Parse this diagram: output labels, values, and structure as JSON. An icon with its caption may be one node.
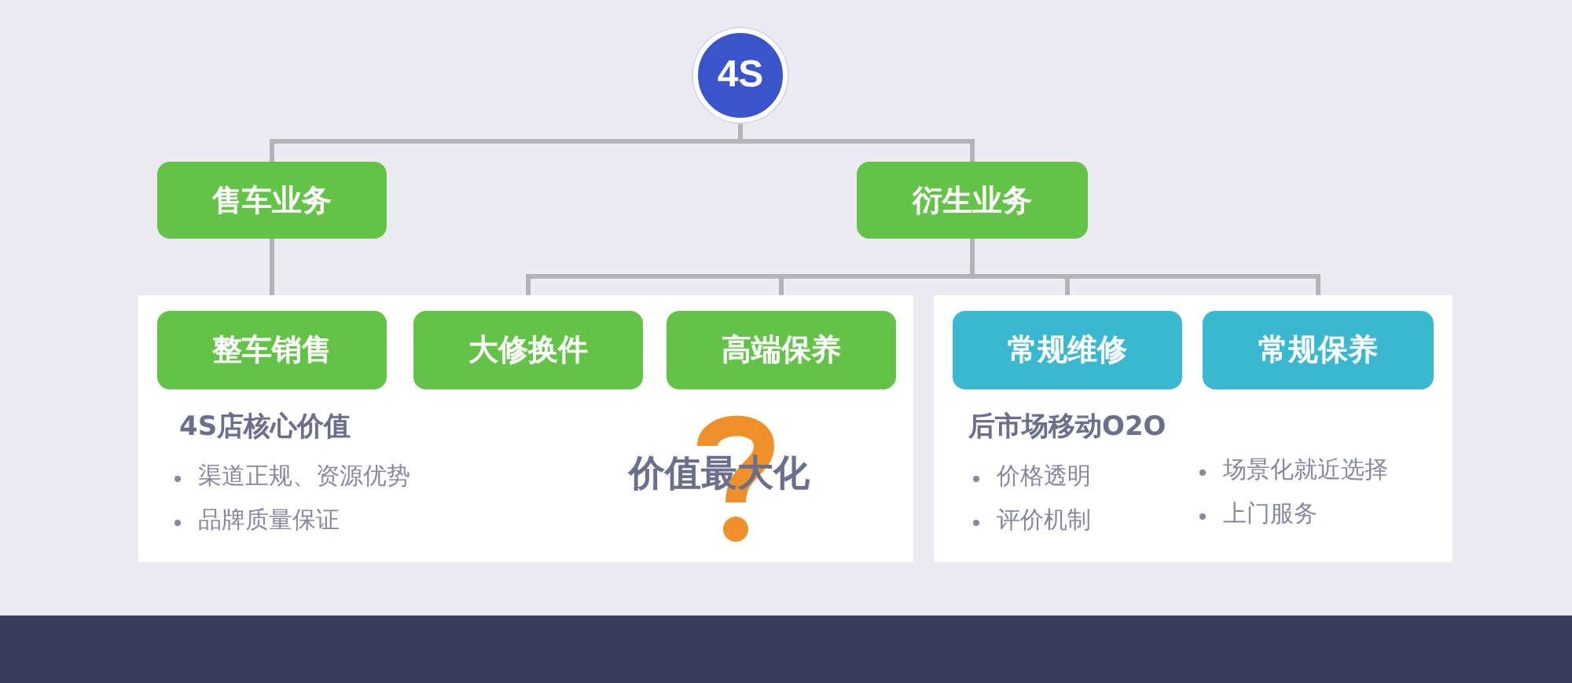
{
  "diagram": {
    "nodes": [
      {
        "text": [
          "4S"
        ]
      },
      {
        "text": [
          "售车业务"
        ]
      },
      {
        "text": [
          "衍生业务"
        ]
      },
      {
        "text": [
          "4S店核心价值",
          "渠道正规、资源优势",
          "品牌质量保证",
          "价值最大化"
        ]
      },
      {
        "text": [
          "整车销售"
        ],
        "in": 3
      },
      {
        "text": [
          "大修换件"
        ],
        "in": 3
      },
      {
        "text": [
          "高端保养"
        ],
        "in": 3
      },
      {
        "text": [
          "后市场移动O2O",
          "价格透明",
          "评价机制",
          "场景化就近选择",
          "上门服务"
        ]
      },
      {
        "text": [
          "常规维修"
        ],
        "in": 7
      },
      {
        "text": [
          "常规保养"
        ],
        "in": 7
      }
    ],
    "edges": [
      {
        "from": 0,
        "to": 1,
        "arrow": "none"
      },
      {
        "from": 0,
        "to": 2,
        "arrow": "none"
      },
      {
        "from": 1,
        "to": 4,
        "arrow": "none"
      },
      {
        "from": 2,
        "to": 5,
        "arrow": "none"
      },
      {
        "from": 2,
        "to": 6,
        "arrow": "none"
      },
      {
        "from": 2,
        "to": 8,
        "arrow": "none"
      },
      {
        "from": 2,
        "to": 9,
        "arrow": "none"
      }
    ]
  }
}
